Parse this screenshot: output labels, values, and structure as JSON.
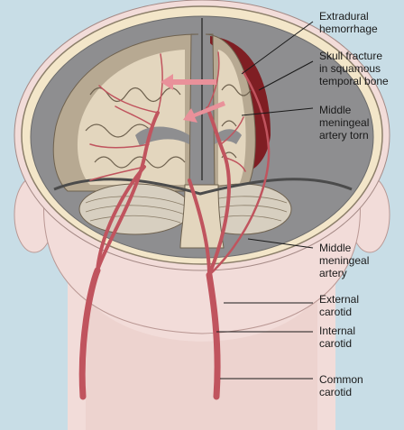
{
  "figure": {
    "colors": {
      "background": "#c8dde6",
      "skin": "#f2dcd9",
      "skull": "#f3e6c9",
      "brain": "#e3d6be",
      "gray_matter": "#b7a992",
      "artery": "#c0545e",
      "hemorrhage": "#7f1e23",
      "arrow": "#e9919a"
    },
    "labels": [
      {
        "id": "extradural",
        "text": "Extradural\nhemorrhage"
      },
      {
        "id": "skull-fracture",
        "text": "Skull fracture\nin squamous\ntemporal bone"
      },
      {
        "id": "mma-torn",
        "text": "Middle\nmeningeal\nartery torn"
      },
      {
        "id": "mma",
        "text": "Middle\nmeningeal\nartery"
      },
      {
        "id": "external-carotid",
        "text": "External\ncarotid"
      },
      {
        "id": "internal-carotid",
        "text": "Internal\ncarotid"
      },
      {
        "id": "common-carotid",
        "text": "Common\ncarotid"
      }
    ]
  }
}
